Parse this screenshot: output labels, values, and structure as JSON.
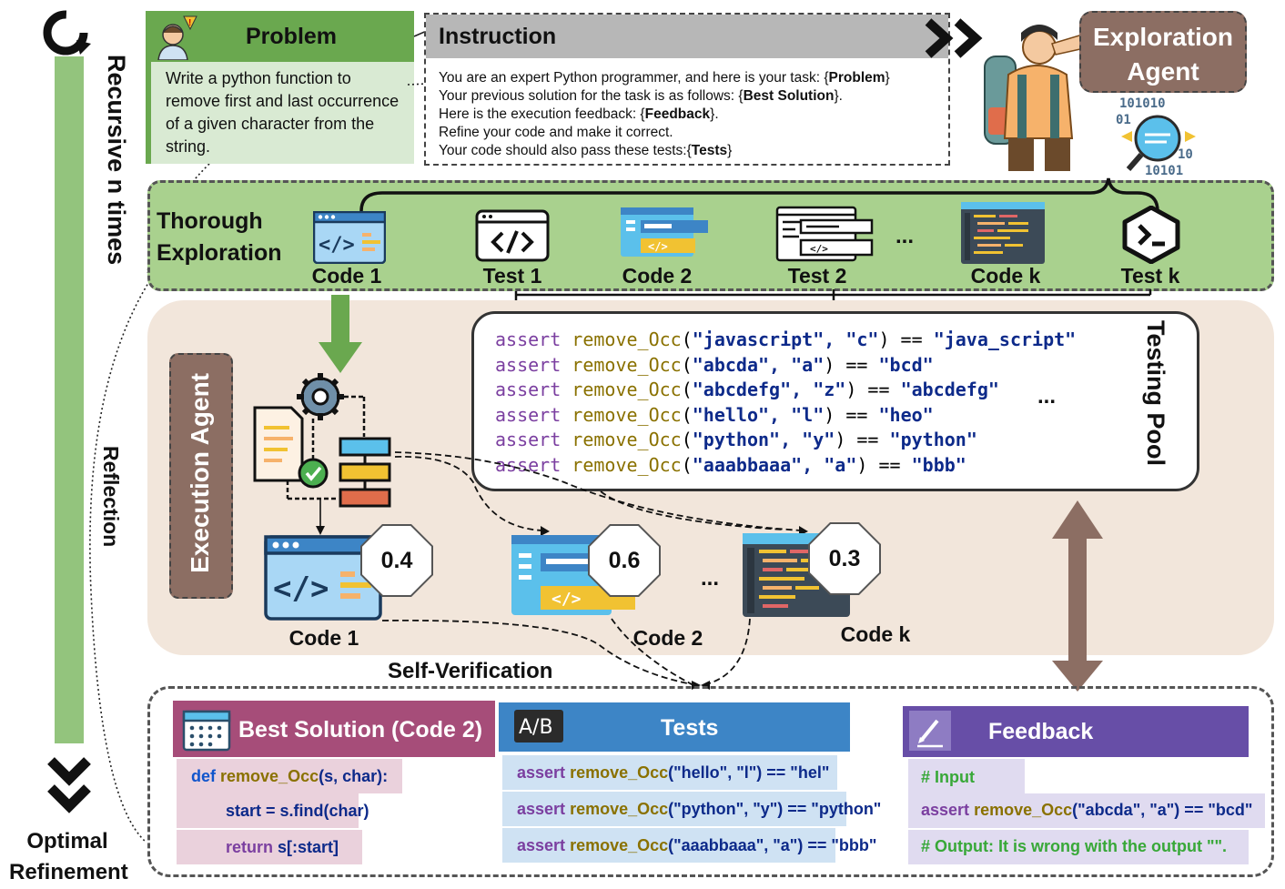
{
  "left": {
    "recursive": "Recursive n times",
    "reflection": "Reflection",
    "optimal": "Optimal Refinement"
  },
  "problem": {
    "title": "Problem",
    "text": "Write a python function to remove first and last occurrence of a given character from the string."
  },
  "instruction": {
    "title": "Instruction",
    "lines": [
      [
        "You are an expert Python programmer, and here is your task: {",
        "Problem",
        "}"
      ],
      [
        "Your previous solution for the task is as follows: {",
        "Best Solution",
        "}."
      ],
      [
        "Here is the execution feedback: {",
        "Feedback",
        "}."
      ],
      [
        "Refine your code and make it correct.",
        "",
        ""
      ],
      [
        "Your code should also pass these tests:{",
        "Tests",
        "}"
      ]
    ]
  },
  "exploration_agent": {
    "label": "Exploration Agent"
  },
  "thorough": {
    "label": "Thorough Exploration",
    "items": [
      "Code 1",
      "Test 1",
      "Code 2",
      "Test 2",
      "Code k",
      "Test k"
    ],
    "ellipsis": "..."
  },
  "testing_pool": {
    "label": "Testing Pool",
    "keyword": "assert",
    "func": "remove_Occ",
    "asserts": [
      {
        "args": "\"javascript\", \"c\"",
        "expected": "\"java_script\""
      },
      {
        "args": "\"abcda\", \"a\"",
        "expected": "\"bcd\""
      },
      {
        "args": "\"abcdefg\", \"z\"",
        "expected": "\"abcdefg\""
      },
      {
        "args": "\"hello\", \"l\"",
        "expected": "\"heo\""
      },
      {
        "args": "\"python\", \"y\"",
        "expected": "\"python\""
      },
      {
        "args": "\"aaabbaaa\", \"a\"",
        "expected": "\"bbb\""
      }
    ],
    "ellipsis": "..."
  },
  "execution": {
    "label": "Execution Agent",
    "codes": [
      {
        "name": "Code 1",
        "score": "0.4"
      },
      {
        "name": "Code 2",
        "score": "0.6"
      },
      {
        "name": "Code k",
        "score": "0.3"
      }
    ],
    "ellipsis": "..."
  },
  "self_verification": "Self-Verification",
  "best_solution": {
    "title": "Best Solution (Code 2)",
    "lines": [
      {
        "kw": "def ",
        "fn": "remove_Occ",
        "rest": "(s, char):"
      },
      {
        "kw": "",
        "fn": "",
        "rest": "start = s.find(char)"
      },
      {
        "kw": "return ",
        "fn": "",
        "rest": "s[:start]"
      }
    ]
  },
  "tests": {
    "title": "Tests",
    "badge": "A/B",
    "lines": [
      {
        "args": "(\"hello\", \"l\") == \"hel\""
      },
      {
        "args": "(\"python\", \"y\") == \"python\""
      },
      {
        "args": "(\"aaabbaaa\", \"a\") == \"bbb\""
      }
    ]
  },
  "feedback": {
    "title": "Feedback",
    "comment1": "# Input",
    "assert_args": "(\"abcda\", \"a\") == \"bcd\"",
    "comment2": "# Output: It is wrong with the output \"\"."
  },
  "colors": {
    "green_bar": "#93c47d",
    "problem_header": "#6aa84f",
    "problem_body": "#d9ead3",
    "exploration_green": "#a9d18e",
    "brown": "#8c6e63",
    "execution_bg": "#f2e6db",
    "best_header": "#a64d79",
    "best_body": "#ead1dc",
    "tests_header": "#3d85c6",
    "tests_body": "#cfe2f3",
    "feedback_header": "#674ea7",
    "feedback_body": "#e0dbf0"
  }
}
